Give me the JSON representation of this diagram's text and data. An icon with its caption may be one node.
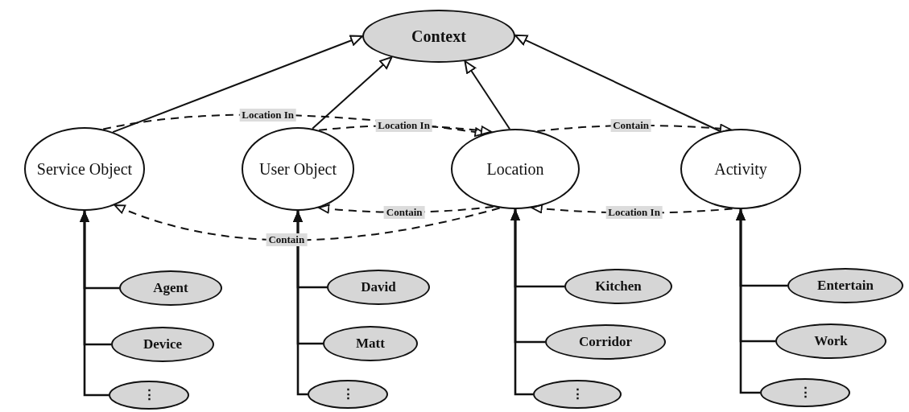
{
  "diagram": {
    "nodes": [
      {
        "text": [
          "Context"
        ]
      },
      {
        "text": [
          "Service Object"
        ]
      },
      {
        "text": [
          "User Object"
        ]
      },
      {
        "text": [
          "Location"
        ]
      },
      {
        "text": [
          "Activity"
        ]
      },
      {
        "text": [
          "Agent"
        ]
      },
      {
        "text": [
          "Device"
        ]
      },
      {
        "text": [
          "⋮"
        ]
      },
      {
        "text": [
          "David"
        ]
      },
      {
        "text": [
          "Matt"
        ]
      },
      {
        "text": [
          "⋮"
        ]
      },
      {
        "text": [
          "Kitchen"
        ]
      },
      {
        "text": [
          "Corridor"
        ]
      },
      {
        "text": [
          "⋮"
        ]
      },
      {
        "text": [
          "Entertain"
        ]
      },
      {
        "text": [
          "Work"
        ]
      },
      {
        "text": [
          "⋮"
        ]
      }
    ],
    "edges": [
      {
        "from": 1,
        "to": 0,
        "arrow": "to"
      },
      {
        "from": 2,
        "to": 0,
        "arrow": "to"
      },
      {
        "from": 3,
        "to": 0,
        "arrow": "to"
      },
      {
        "from": 4,
        "to": 0,
        "arrow": "to"
      },
      {
        "from": 1,
        "to": 3,
        "arrow": "to",
        "label": "Location In",
        "style": "dashed"
      },
      {
        "from": 2,
        "to": 3,
        "arrow": "to",
        "label": "Location In",
        "style": "dashed"
      },
      {
        "from": 3,
        "to": 4,
        "arrow": "to",
        "label": "Contain",
        "style": "dashed"
      },
      {
        "from": 3,
        "to": 2,
        "arrow": "to",
        "label": "Contain",
        "style": "dashed"
      },
      {
        "from": 3,
        "to": 1,
        "arrow": "to",
        "label": "Contain",
        "style": "dashed"
      },
      {
        "from": 4,
        "to": 3,
        "arrow": "to",
        "label": "Location In",
        "style": "dashed"
      },
      {
        "from": 5,
        "to": 1,
        "arrow": "to"
      },
      {
        "from": 6,
        "to": 1,
        "arrow": "to"
      },
      {
        "from": 7,
        "to": 1,
        "arrow": "to"
      },
      {
        "from": 8,
        "to": 2,
        "arrow": "to"
      },
      {
        "from": 9,
        "to": 2,
        "arrow": "to"
      },
      {
        "from": 10,
        "to": 2,
        "arrow": "to"
      },
      {
        "from": 11,
        "to": 3,
        "arrow": "to"
      },
      {
        "from": 12,
        "to": 3,
        "arrow": "to"
      },
      {
        "from": 13,
        "to": 3,
        "arrow": "to"
      },
      {
        "from": 14,
        "to": 4,
        "arrow": "to"
      },
      {
        "from": 15,
        "to": 4,
        "arrow": "to"
      },
      {
        "from": 16,
        "to": 4,
        "arrow": "to"
      }
    ]
  }
}
